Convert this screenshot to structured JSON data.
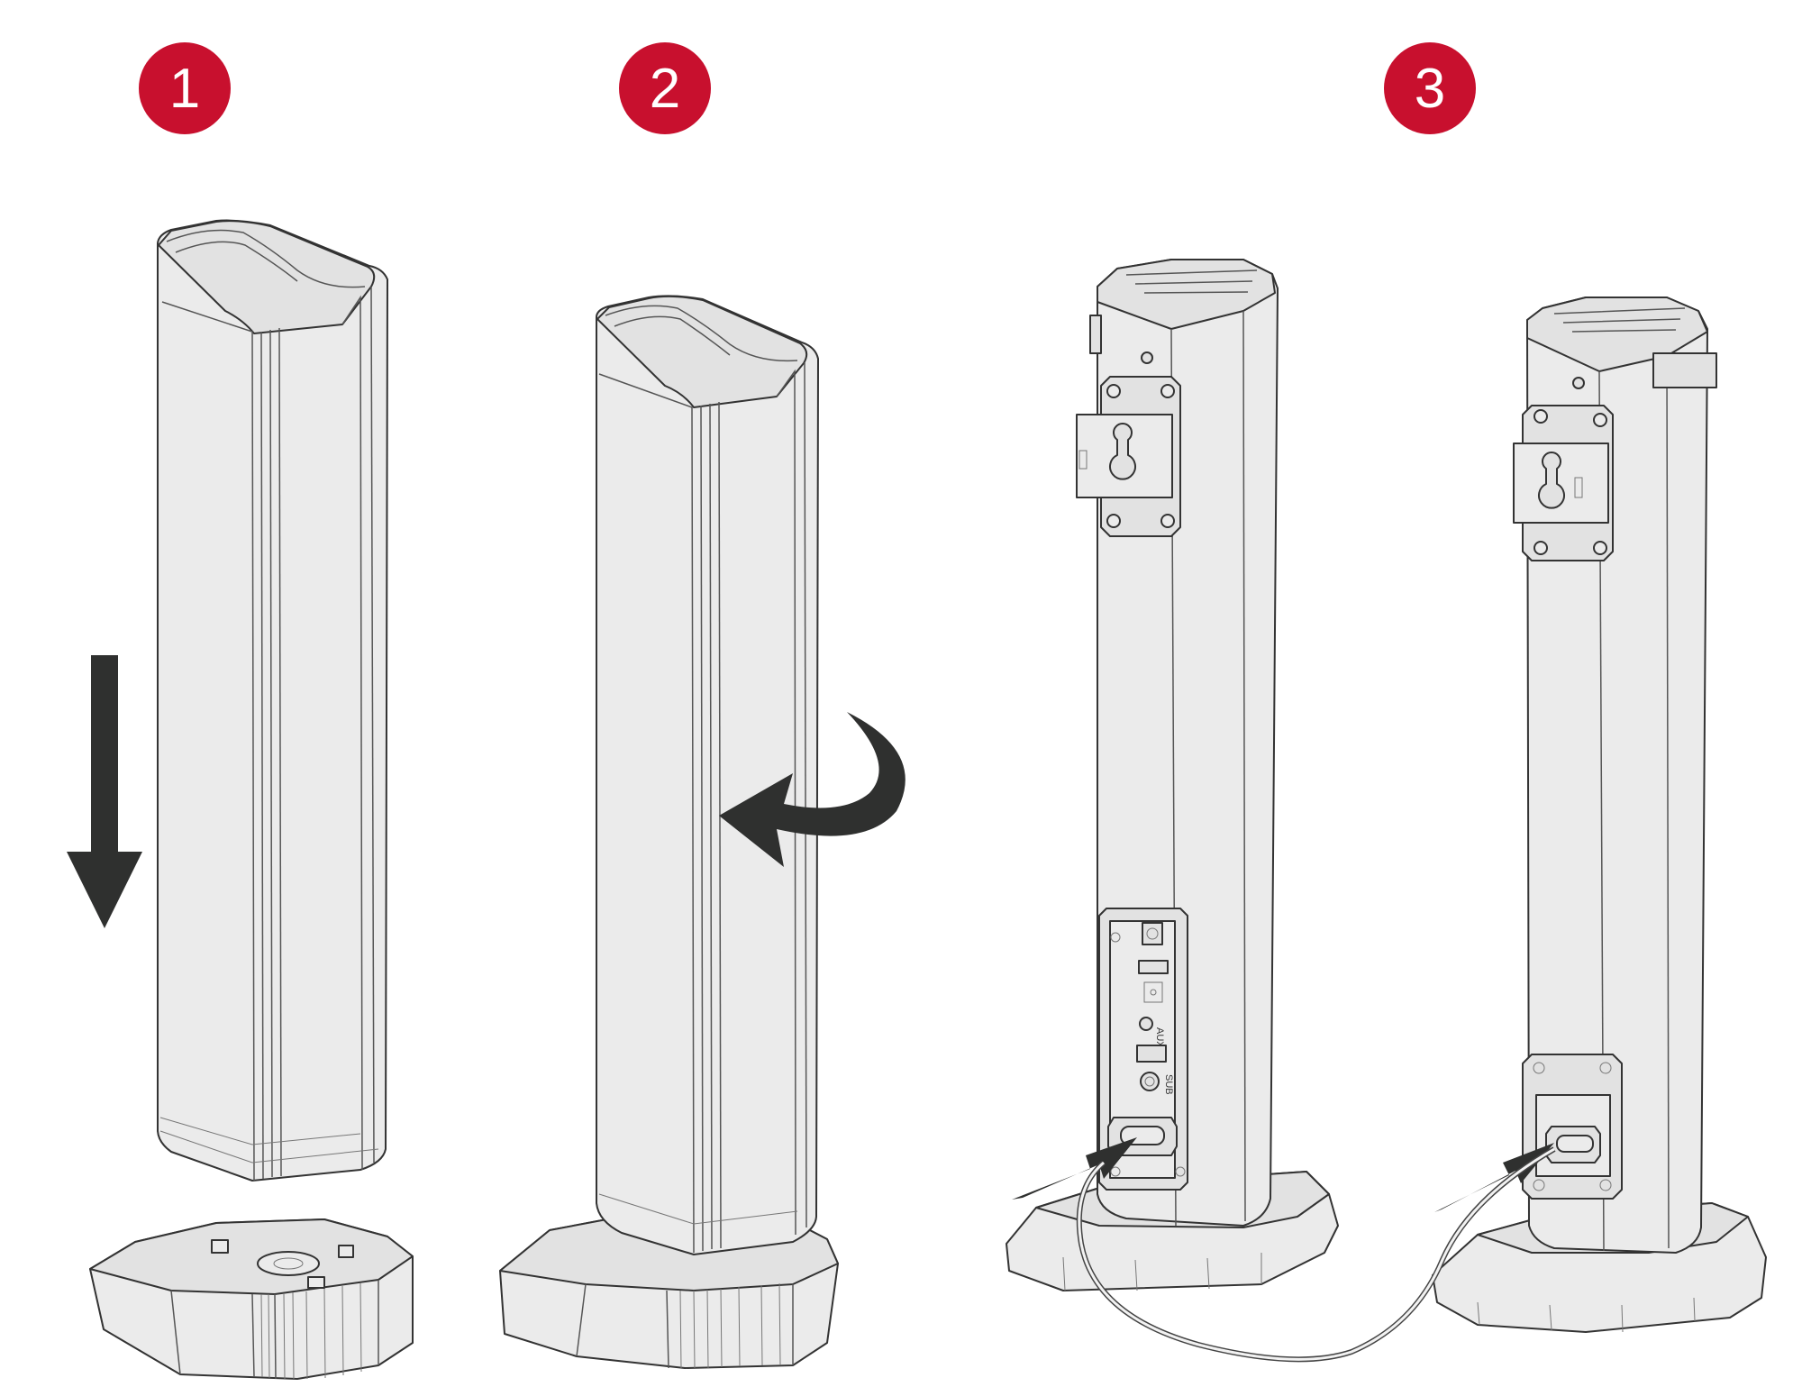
{
  "steps": [
    {
      "number": "1",
      "label": "",
      "arrow": "down-arrow"
    },
    {
      "number": "2",
      "label": "",
      "arrow": "rotate-arrow"
    },
    {
      "number": "3",
      "label": "",
      "arrow": "plug-in-arrow"
    }
  ],
  "ports": {
    "aux_label": "AUX",
    "sub_label": "SUB"
  },
  "colors": {
    "badge_red": "#c8102e",
    "arrow_dark": "#2f302f",
    "device_fill": "#ebebeb",
    "outline": "#333333"
  }
}
